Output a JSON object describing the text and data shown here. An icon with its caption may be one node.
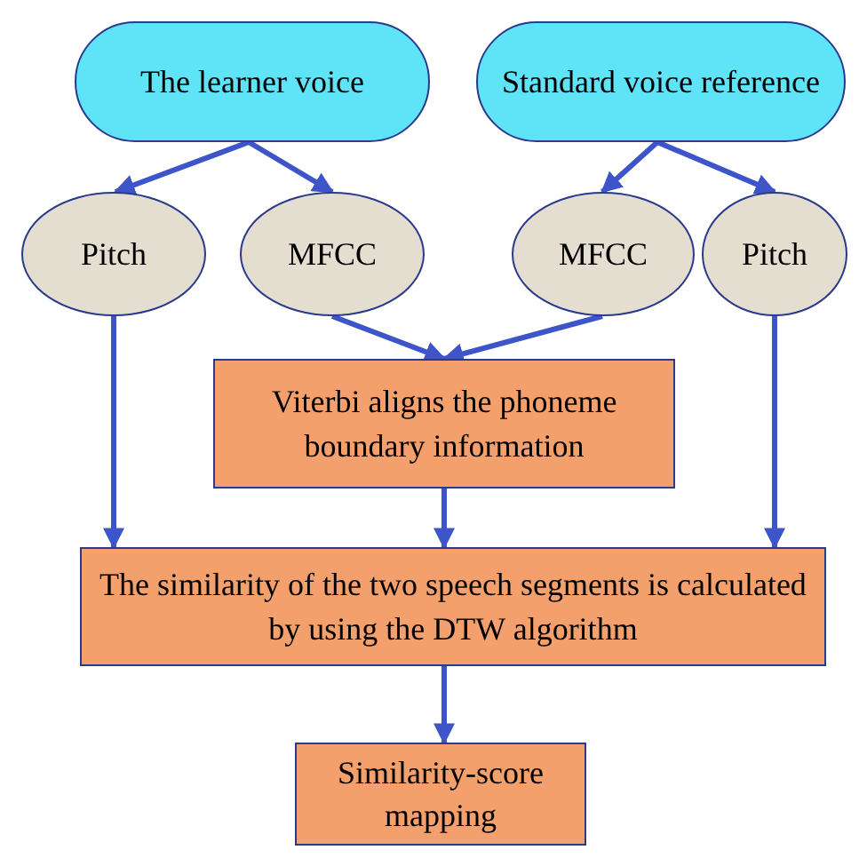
{
  "diagram": {
    "nodes": [
      {
        "text": [
          "The learner voice"
        ]
      },
      {
        "text": [
          "Standard voice reference"
        ]
      },
      {
        "text": [
          "Pitch"
        ]
      },
      {
        "text": [
          "MFCC"
        ]
      },
      {
        "text": [
          "MFCC"
        ]
      },
      {
        "text": [
          "Pitch"
        ]
      },
      {
        "text": [
          "Viterbi aligns the phoneme boundary information"
        ]
      },
      {
        "text": [
          "The similarity of the two speech segments is calculated by using the DTW algorithm"
        ]
      },
      {
        "text": [
          "Similarity-score mapping"
        ]
      }
    ],
    "edges": [
      {
        "from": 0,
        "to": 2,
        "arrow": "to"
      },
      {
        "from": 0,
        "to": 3,
        "arrow": "to"
      },
      {
        "from": 1,
        "to": 4,
        "arrow": "to"
      },
      {
        "from": 1,
        "to": 5,
        "arrow": "to"
      },
      {
        "from": 3,
        "to": 6,
        "arrow": "to"
      },
      {
        "from": 4,
        "to": 6,
        "arrow": "to"
      },
      {
        "from": 2,
        "to": 7,
        "arrow": "to"
      },
      {
        "from": 6,
        "to": 7,
        "arrow": "to"
      },
      {
        "from": 5,
        "to": 7,
        "arrow": "to"
      },
      {
        "from": 7,
        "to": 8,
        "arrow": "to"
      }
    ]
  }
}
